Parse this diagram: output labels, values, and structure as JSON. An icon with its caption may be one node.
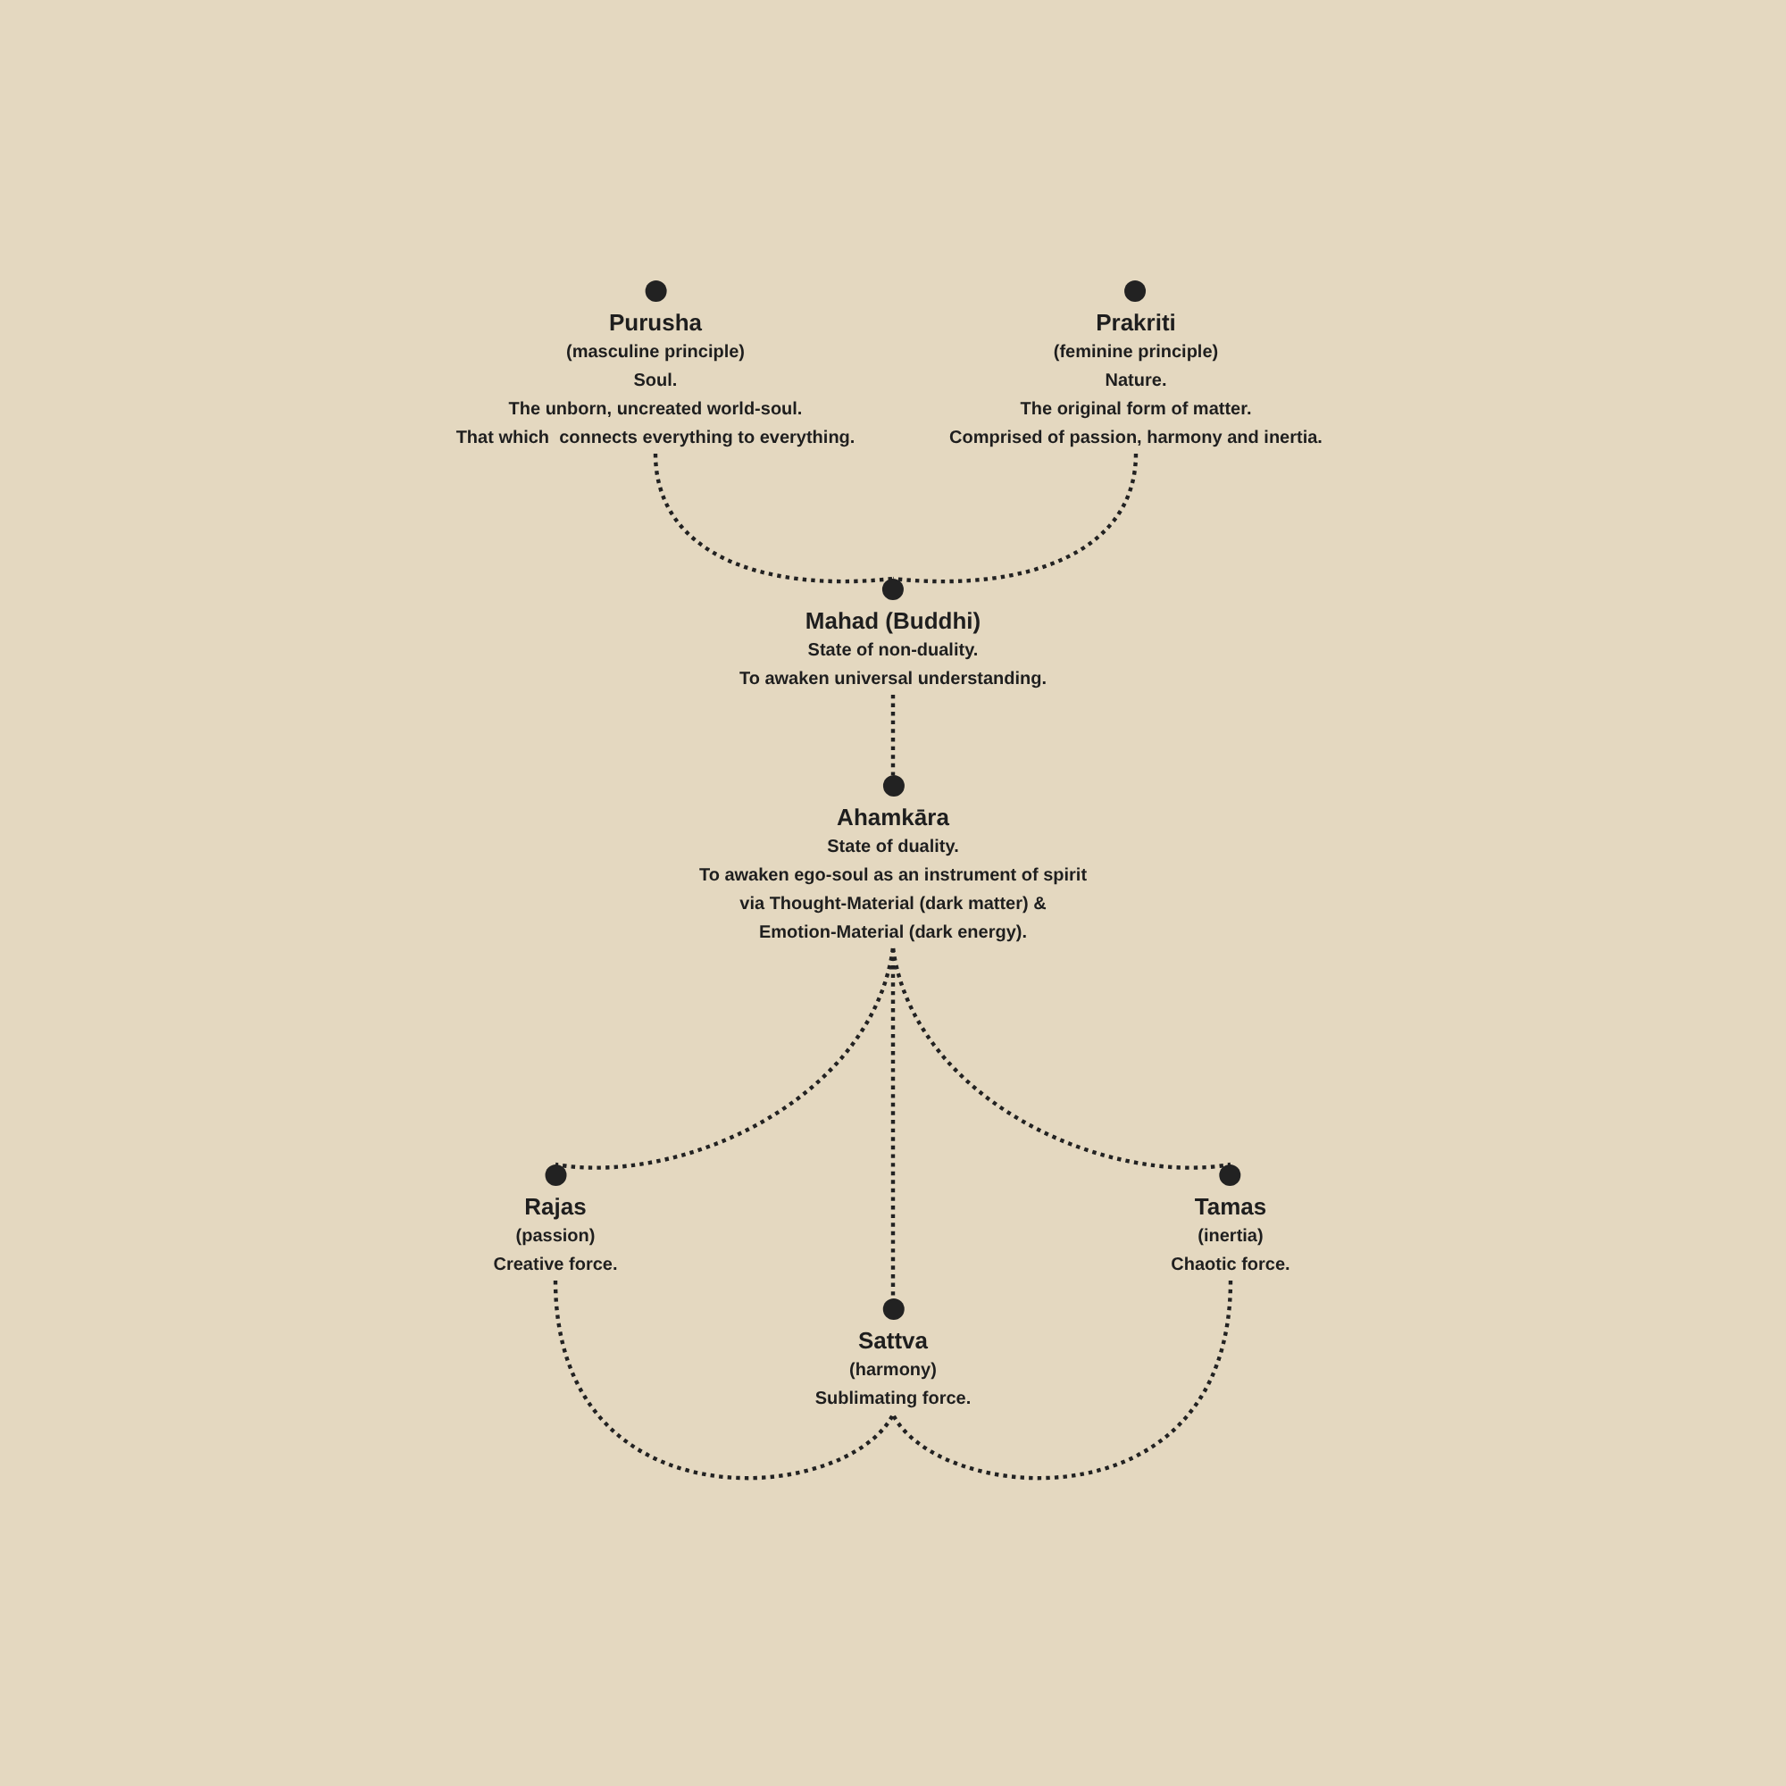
{
  "diagram": {
    "nodes": [
      {
        "text": [
          "Purusha",
          "(masculine principle)",
          "Soul.",
          "The unborn, uncreated world-soul.",
          "That which  connects everything to everything."
        ]
      },
      {
        "text": [
          "Prakriti",
          "(feminine principle)",
          "Nature.",
          "The original form of matter.",
          "Comprised of passion, harmony and inertia."
        ]
      },
      {
        "text": [
          "Mahad (Buddhi)",
          "State of non-duality.",
          "To awaken universal understanding."
        ]
      },
      {
        "text": [
          "Ahamkāra",
          "State of duality.",
          "To awaken ego-soul as an instrument of spirit",
          "via Thought-Material (dark matter) &",
          "Emotion-Material (dark energy)."
        ]
      },
      {
        "text": [
          "Rajas",
          "(passion)",
          "Creative force."
        ]
      },
      {
        "text": [
          "Tamas",
          "(inertia)",
          "Chaotic force."
        ]
      },
      {
        "text": [
          "Sattva",
          "(harmony)",
          "Sublimating force."
        ]
      }
    ],
    "edges": [
      {
        "from": 0,
        "to": 2,
        "arrow": "none"
      },
      {
        "from": 1,
        "to": 2,
        "arrow": "none"
      },
      {
        "from": 2,
        "to": 3,
        "arrow": "none"
      },
      {
        "from": 3,
        "to": 4,
        "arrow": "none"
      },
      {
        "from": 3,
        "to": 6,
        "arrow": "none"
      },
      {
        "from": 3,
        "to": 5,
        "arrow": "none"
      },
      {
        "from": 4,
        "to": 6,
        "arrow": "none"
      },
      {
        "from": 5,
        "to": 6,
        "arrow": "none"
      }
    ]
  }
}
